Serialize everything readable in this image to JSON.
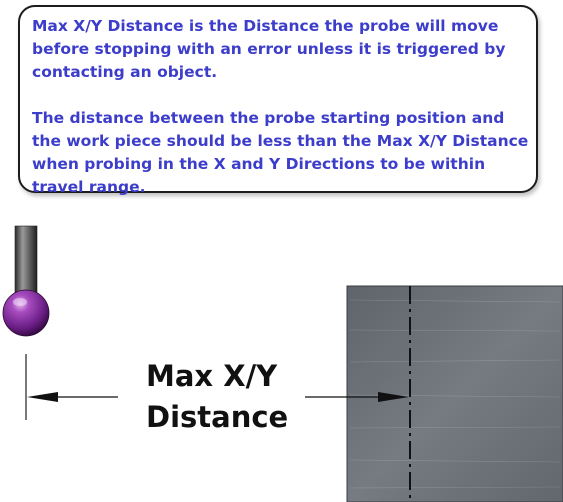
{
  "callout": {
    "paragraph_1": "Max X/Y Distance is the Distance the probe will move before stopping with an error unless it is triggered by contacting an object.",
    "paragraph_2": "The distance between the probe starting position and the work piece should be less than the Max X/Y Distance when probing in the X and Y Directions to be within travel range."
  },
  "dimension": {
    "line_1": "Max X/Y",
    "line_2": "Distance"
  },
  "colors": {
    "callout_text": "#3d3dcb",
    "probe_ball": "#8a2fa0",
    "probe_stem": "#555555",
    "workpiece": "#6e737a"
  }
}
